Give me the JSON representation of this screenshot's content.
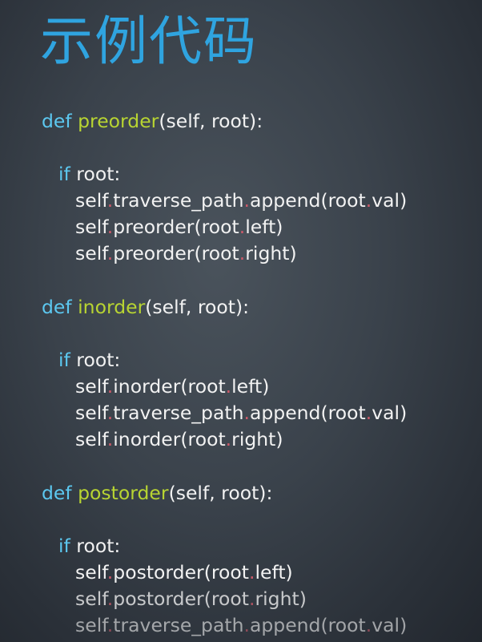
{
  "slide": {
    "title": "示例代码"
  },
  "code": {
    "keyword_def": "def",
    "keyword_if": "if",
    "fn_preorder": "preorder",
    "fn_inorder": "inorder",
    "fn_postorder": "postorder",
    "params": "(self, root):",
    "cond": "root:",
    "self": "self",
    "dot": ".",
    "traverse_path": "traverse_path",
    "append": "append",
    "root_open": "(root",
    "val_close": "val)",
    "left_close": "left)",
    "right_close": "right)",
    "preorder_call": "preorder",
    "inorder_call": "inorder",
    "postorder_call": "postorder"
  },
  "colors": {
    "title": "#2fa4e0",
    "keyword": "#5cc8f0",
    "function_name": "#b8d432",
    "dot": "#d05a6a",
    "text": "#f2f2f2"
  }
}
